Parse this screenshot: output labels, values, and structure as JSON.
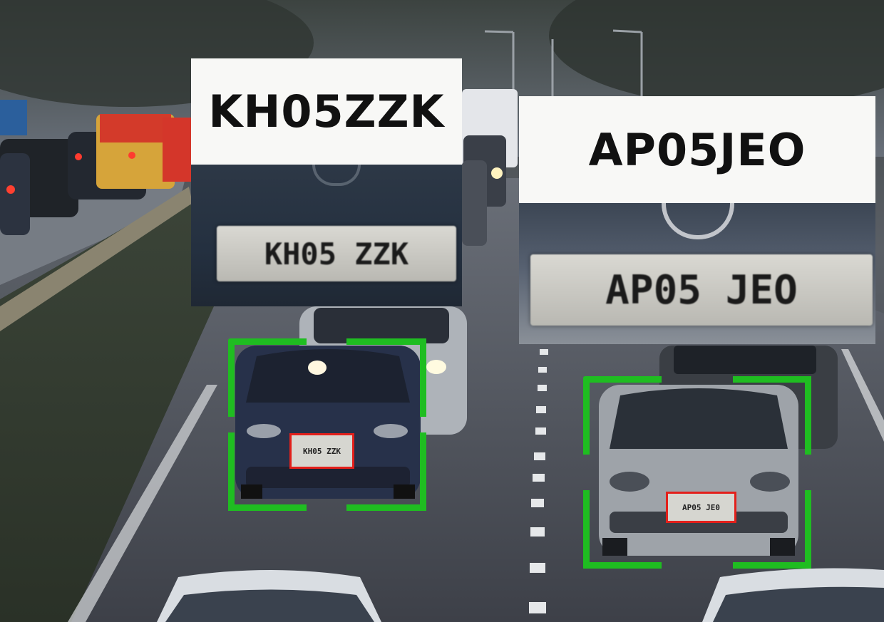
{
  "detections": [
    {
      "label": "KH05ZZK",
      "plate_text": "KH05 ZZK",
      "zoom_plate_text": "KH05 ZZK"
    },
    {
      "label": "AP05JEO",
      "plate_text": "AP05 JE0",
      "zoom_plate_text": "AP05 JEO"
    }
  ],
  "colors": {
    "frame": "#1fbd21",
    "plate_box": "#e3201b",
    "label_bg": "#f8f8f6"
  }
}
